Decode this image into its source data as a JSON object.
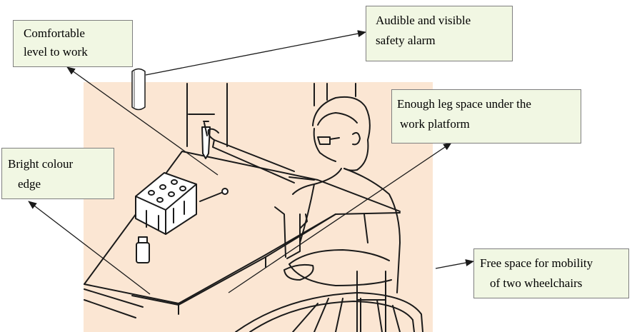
{
  "callouts": {
    "comfortable": {
      "line1": "Comfortable",
      "line2": "level to work"
    },
    "alarm": {
      "line1": "Audible  and visible",
      "line2": "safety alarm"
    },
    "legspace": {
      "line1": "Enough leg space under the",
      "line2": "work platform"
    },
    "edge": {
      "line1": "Bright colour",
      "line2": "edge"
    },
    "freespace": {
      "line1": "Free space for mobility",
      "line2": "of two wheelchairs"
    }
  },
  "colors": {
    "callout_fill": "#f1f7e3",
    "callout_border": "#7f7f7f",
    "background_panel": "#fbe6d3",
    "ink": "#1a1a1a"
  }
}
